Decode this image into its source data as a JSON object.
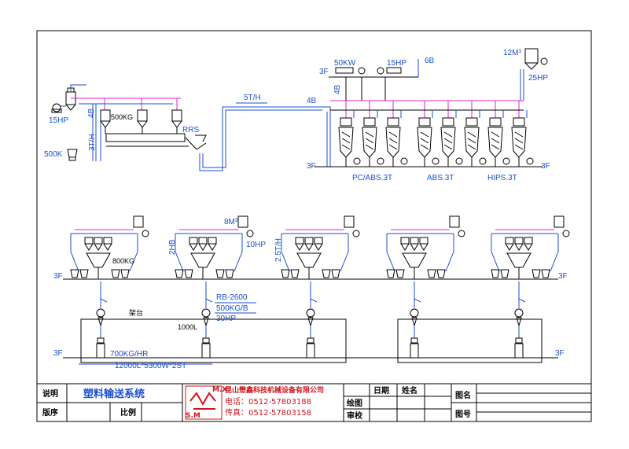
{
  "top": {
    "label_15hp": "15HP",
    "label_500k": "500K",
    "label_3th_v": "3T/H",
    "label_4b_v": "4B",
    "label_rrs": "RRS",
    "label_5th": "5T/H",
    "label_4b": "4B",
    "label_4b_right": "4B",
    "label_50kw": "50KW",
    "label_15hp_2": "15HP",
    "label_6b": "6B",
    "label_3f_upper": "3F",
    "label_12m3": "12M³",
    "label_25hp": "25HP",
    "label_3f_left": "3F",
    "label_3f_right": "3F",
    "label_pc_abs": "PC/ABS.3T",
    "label_abs": "ABS.3T",
    "label_hips": "HIPS.3T",
    "label_small_kg": "500KG"
  },
  "middle": {
    "label_8m3": "8M³",
    "label_10hp": "10HP",
    "label_2hb": "2HB",
    "label_25th": "2.5T/H",
    "label_800kg": "800KG",
    "label_3f_left": "3F",
    "label_3f_right": "3F"
  },
  "bottom": {
    "label_rb": "RB-2600",
    "label_500kgb": "500KG/B",
    "label_30hp": "30HP",
    "label_stand": "架台",
    "label_1000l": "1000L",
    "label_700kg": "700KG/HR",
    "label_12000l": "12000L*5300W*2ST",
    "label_3f_left": "3F",
    "label_3f_right": "3F"
  },
  "title_block": {
    "label_desc": "说明",
    "title": "塑料输送系统",
    "label_version": "版序",
    "label_scale": "比例",
    "company": "昆山懋鑫科技机械设备有限公司",
    "phone": "电话：0512-57803188",
    "fax": "传真：0512-57803158",
    "logo_mark_left": "S.M",
    "logo_mark_right": "M.X",
    "label_date": "日期",
    "label_name": "姓名",
    "label_drawing_name": "图名",
    "label_draw": "绘图",
    "label_review": "审校",
    "label_drawing_no": "图号"
  },
  "colors": {
    "pipe_blue": "#1a4fd1",
    "pipe_magenta": "#e020d0",
    "line_black": "#000000",
    "brand_red": "#d0141e"
  }
}
